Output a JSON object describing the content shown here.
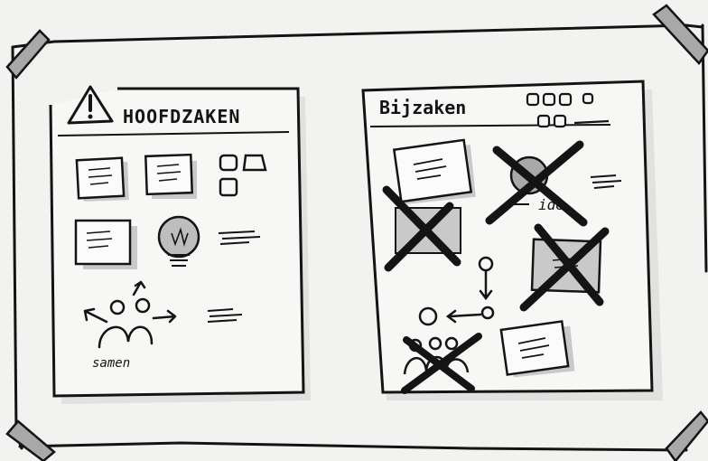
{
  "left_panel": {
    "title": "HOOFDZAKEN",
    "people_label": "samen"
  },
  "right_panel": {
    "title": "Bijzaken",
    "crossed_label": "ide"
  },
  "colors": {
    "paper": "#f2f2f0",
    "ink": "#141414",
    "shade": "#c9c9c9",
    "tape": "#a8a8a8"
  },
  "icons": [
    "warning-icon",
    "lightbulb-icon",
    "people-icon",
    "tape-icon",
    "cross-out-icon"
  ]
}
